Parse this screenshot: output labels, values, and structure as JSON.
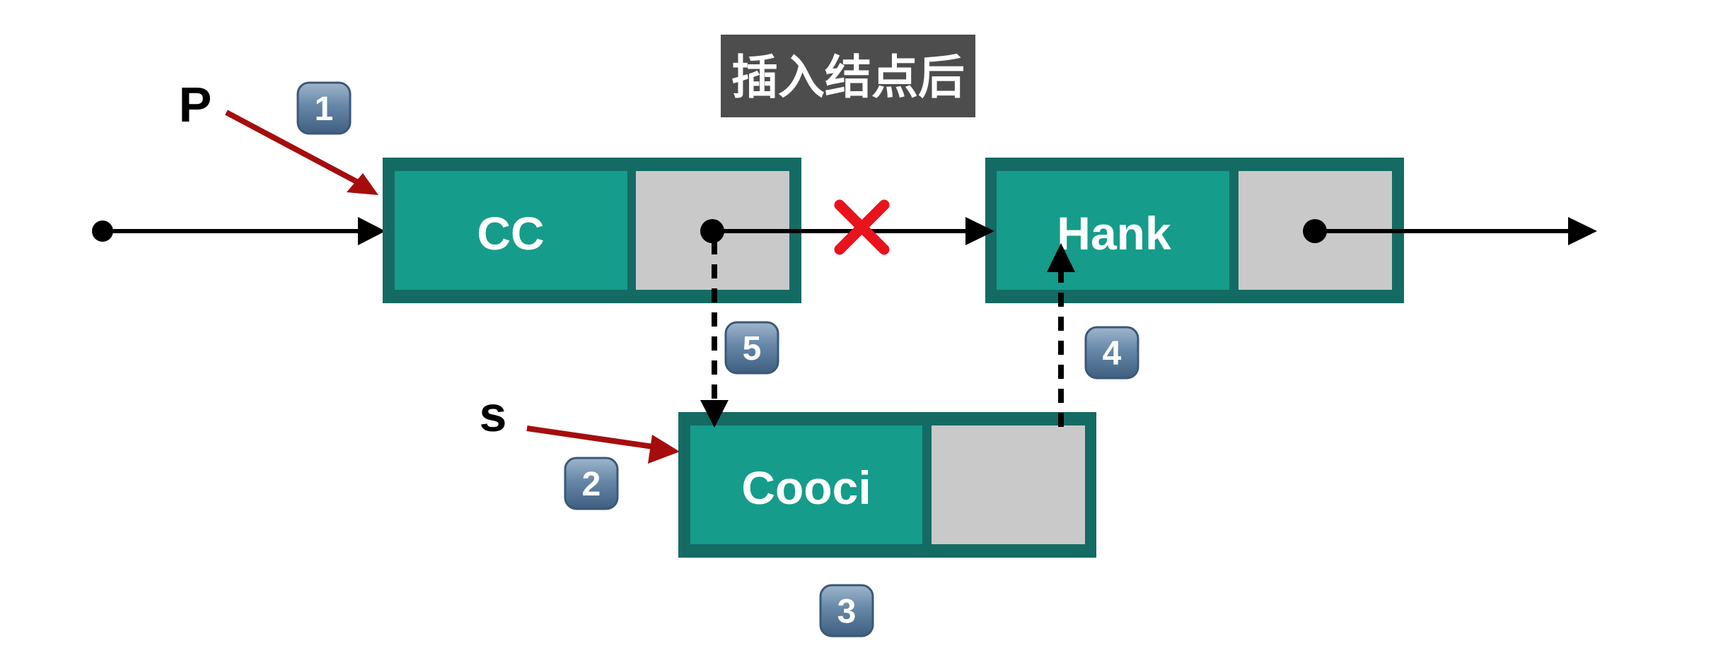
{
  "title": "插入结点后",
  "pointers": {
    "p": "P",
    "s": "s"
  },
  "nodes": {
    "cc": "CC",
    "hank": "Hank",
    "cooci": "Cooci"
  },
  "steps": {
    "one": "1",
    "two": "2",
    "three": "3",
    "four": "4",
    "five": "5"
  },
  "removed_link_mark": "✕",
  "colors": {
    "node_fill": "#169c8b",
    "node_border": "#146b63",
    "pointer_cell": "#c9c9c9",
    "title_bg": "#4d4d4d",
    "pointer_arrow": "#a50d0d",
    "cross": "#e8131b",
    "badge": "#5f7f9f"
  }
}
